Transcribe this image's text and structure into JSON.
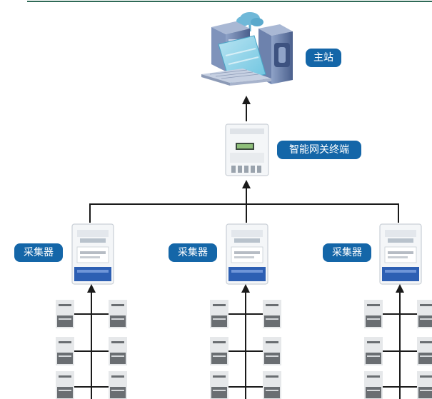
{
  "labels": {
    "master_station": "主站",
    "gateway": "智能网关终端",
    "collector": "采集器"
  },
  "colors": {
    "label_bg": "#1466a8",
    "line": "#1a1a1a",
    "top_rule": "#2f6a57",
    "meter_face": "#f4f6f8",
    "meter_frame": "#c9cfd6",
    "meter_blue": "#2d5fb3",
    "small_meter": "#e6e8ea",
    "small_meter_dark": "#6a6e72"
  },
  "icons": {
    "master_station": "server-computer-cloud-icon",
    "gateway": "gateway-terminal-icon",
    "collector": "collector-meter-icon",
    "end_meter": "end-meter-icon"
  }
}
